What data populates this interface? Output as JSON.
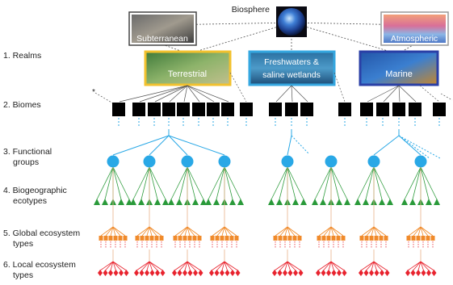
{
  "root_label": "Biosphere",
  "levels": [
    {
      "id": "realms",
      "line1": "1. Realms",
      "line2": ""
    },
    {
      "id": "biomes",
      "line1": "2. Biomes",
      "line2": ""
    },
    {
      "id": "functional",
      "line1": "3. Functional",
      "line2": "groups"
    },
    {
      "id": "biogeo",
      "line1": "4. Biogeographic",
      "line2": "ecotypes"
    },
    {
      "id": "global",
      "line1": "5. Global ecosystem",
      "line2": "types"
    },
    {
      "id": "local",
      "line1": "6. Local ecosystem",
      "line2": "types"
    }
  ],
  "realms_upper": [
    {
      "id": "subterranean",
      "label": "Subterranean"
    },
    {
      "id": "atmospheric",
      "label": "Atmospheric"
    }
  ],
  "realms_main": [
    {
      "id": "terrestrial",
      "label_lines": [
        "Terrestrial"
      ],
      "border": "#f2c12e"
    },
    {
      "id": "freshwater",
      "label_lines": [
        "Freshwaters &",
        "saline wetlands"
      ],
      "border": "#35a7e0"
    },
    {
      "id": "marine",
      "label_lines": [
        "Marine"
      ],
      "border": "#2a3fa6"
    }
  ],
  "colors": {
    "biome": "#000000",
    "functional": "#29a8e6",
    "biogeo": "#2a9a3a",
    "global": "#f08a2a",
    "local": "#e8232e",
    "connector": "#555555"
  }
}
